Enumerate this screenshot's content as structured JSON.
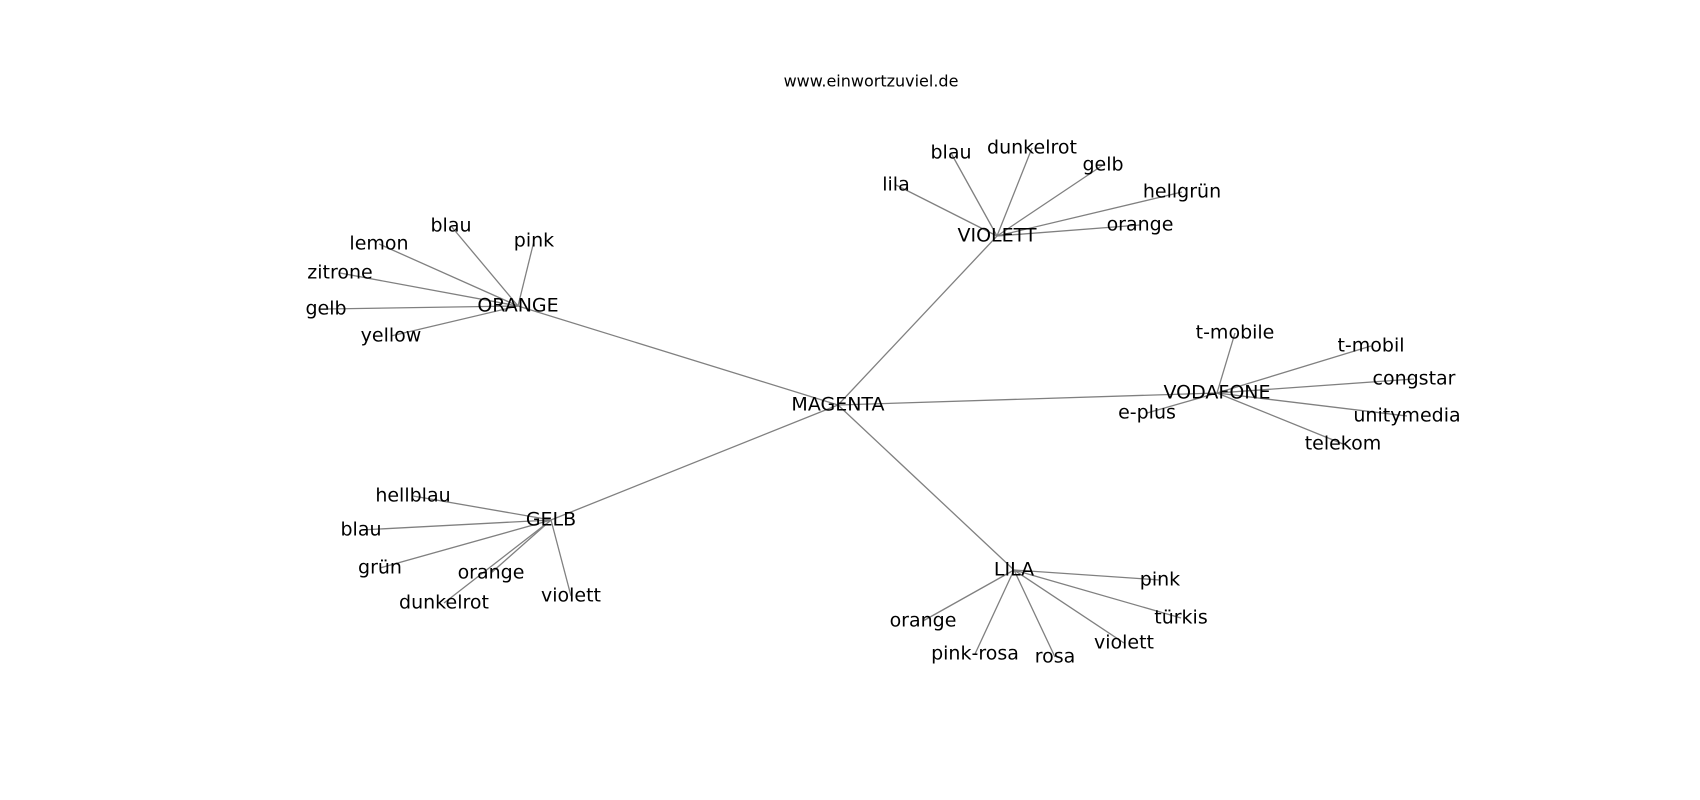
{
  "site": "www.einwortzuviel.de",
  "root": "MAGENTA",
  "clusters": [
    {
      "hub": "ORANGE",
      "leaves": [
        "blau",
        "pink",
        "lemon",
        "zitrone",
        "gelb",
        "yellow"
      ]
    },
    {
      "hub": "VIOLETT",
      "leaves": [
        "blau",
        "dunkelrot",
        "gelb",
        "lila",
        "hellgrün",
        "orange"
      ]
    },
    {
      "hub": "VODAFONE",
      "leaves": [
        "t-mobile",
        "t-mobil",
        "congstar",
        "unitymedia",
        "telekom",
        "e-plus"
      ]
    },
    {
      "hub": "GELB",
      "leaves": [
        "hellblau",
        "blau",
        "grün",
        "orange",
        "dunkelrot",
        "violett"
      ]
    },
    {
      "hub": "LILA",
      "leaves": [
        "pink",
        "türkis",
        "violett",
        "rosa",
        "pink-rosa",
        "orange"
      ]
    }
  ]
}
